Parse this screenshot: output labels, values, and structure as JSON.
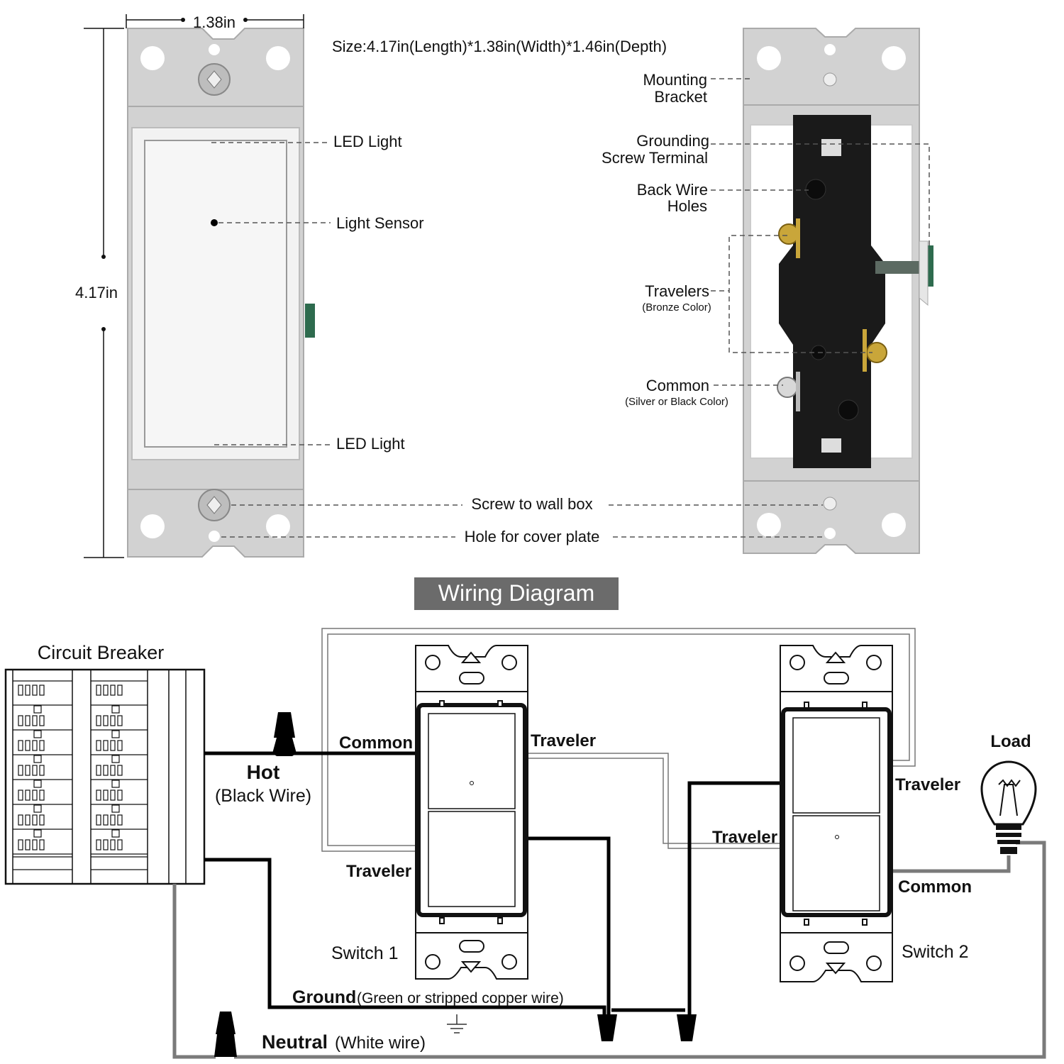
{
  "product": {
    "size_text": "Size:4.17in(Length)*1.38in(Width)*1.46in(Depth)",
    "dim_width": "1.38in",
    "dim_height": "4.17in",
    "front_labels": {
      "led_top": "LED Light",
      "light_sensor": "Light Sensor",
      "led_bottom": "LED Light"
    },
    "back_labels": {
      "mounting_1": "Mounting",
      "mounting_2": "Bracket",
      "grounding_1": "Grounding",
      "grounding_2": "Screw Terminal",
      "backwire_1": "Back Wire",
      "backwire_2": "Holes",
      "travelers": "Travelers",
      "travelers_note": "(Bronze Color)",
      "common": "Common",
      "common_note": "(Silver or Black Color)"
    },
    "shared_labels": {
      "screw_wall_box": "Screw to wall box",
      "hole_cover_plate": "Hole for cover plate"
    }
  },
  "wiring": {
    "title": "Wiring Diagram",
    "circuit_breaker": "Circuit Breaker",
    "hot": "Hot",
    "hot_note": "(Black Wire)",
    "common_1": "Common",
    "traveler_1a": "Traveler",
    "traveler_1b": "Traveler",
    "switch_1": "Switch  1",
    "traveler_2a": "Traveler",
    "traveler_2b": "Traveler",
    "common_2": "Common",
    "switch_2": "Switch  2",
    "load": "Load",
    "ground": "Ground",
    "ground_note": "(Green or stripped copper wire)",
    "neutral": "Neutral",
    "neutral_note": "(White wire)"
  },
  "colors": {
    "plate": "#d2d2d2",
    "switch_body": "#1a1a1a",
    "bronze_screw": "#c9a63a",
    "green_screw": "#2e6b4e",
    "title_bg": "#6b6b6b",
    "neutral_wire": "#7a7a7a",
    "hot_wire": "#000000"
  }
}
